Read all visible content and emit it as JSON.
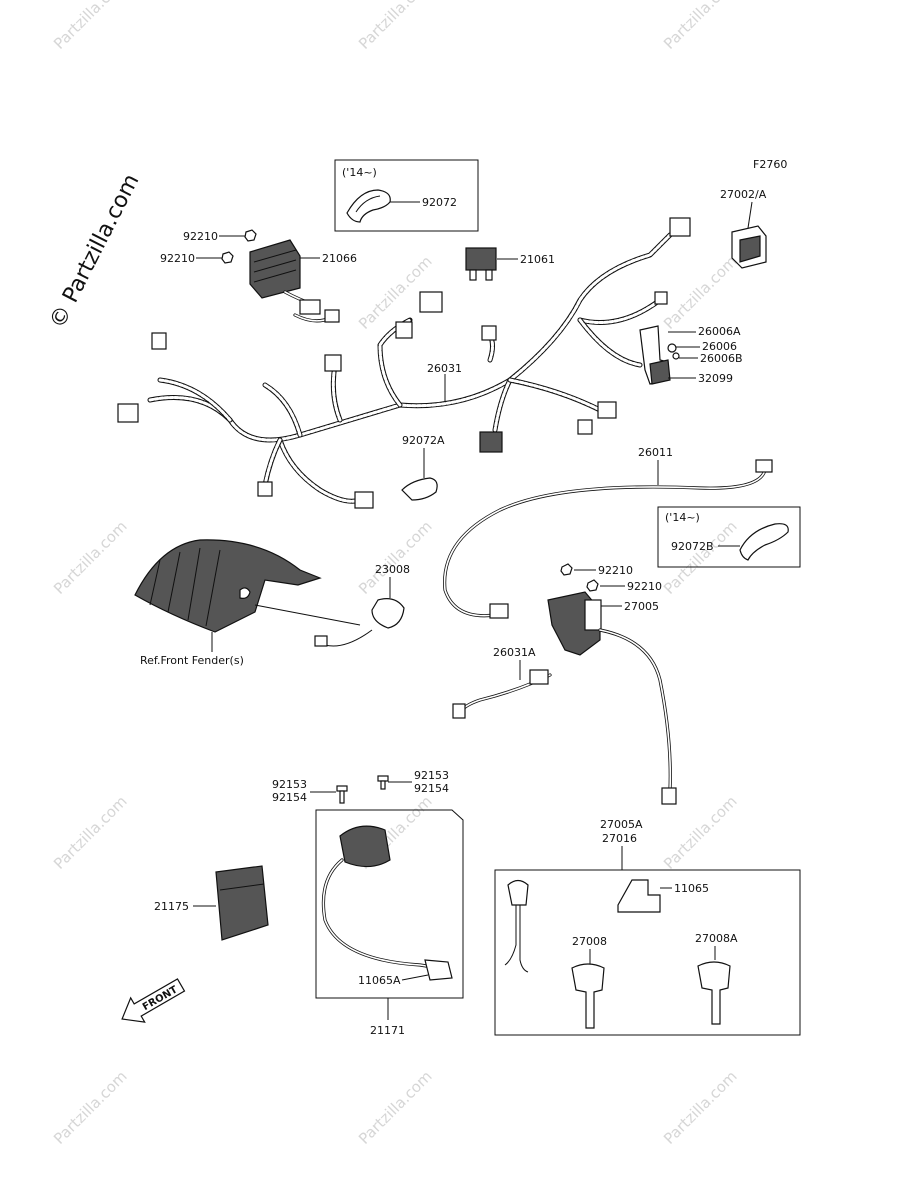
{
  "figure_code": "F2760",
  "watermark": {
    "text": "Partzilla.com",
    "side_text": "© Partzilla.com"
  },
  "boxes": {
    "box_14_top": "('14~)",
    "box_14_right": "('14~)"
  },
  "parts": {
    "p92072": "92072",
    "p27002A": "27002/A",
    "p92210_a": "92210",
    "p92210_b": "92210",
    "p21066": "21066",
    "p21061": "21061",
    "p26006A": "26006A",
    "p26006": "26006",
    "p26006B": "26006B",
    "p32099": "32099",
    "p26031": "26031",
    "p92072A": "92072A",
    "p26011": "26011",
    "p92072B": "92072B",
    "p23008": "23008",
    "p92210_c": "92210",
    "p92210_d": "92210",
    "p27005": "27005",
    "ref_front_fender": "Ref.Front Fender(s)",
    "p26031A": "26031A",
    "p92153_l": "92153",
    "p92154_l": "92154",
    "p92153_r": "92153",
    "p92154_r": "92154",
    "p27005A": "27005A",
    "p27016": "27016",
    "p11065": "11065",
    "p21175": "21175",
    "p27008": "27008",
    "p27008A": "27008A",
    "p11065A": "11065A",
    "p21171": "21171"
  },
  "front_arrow": "FRONT"
}
